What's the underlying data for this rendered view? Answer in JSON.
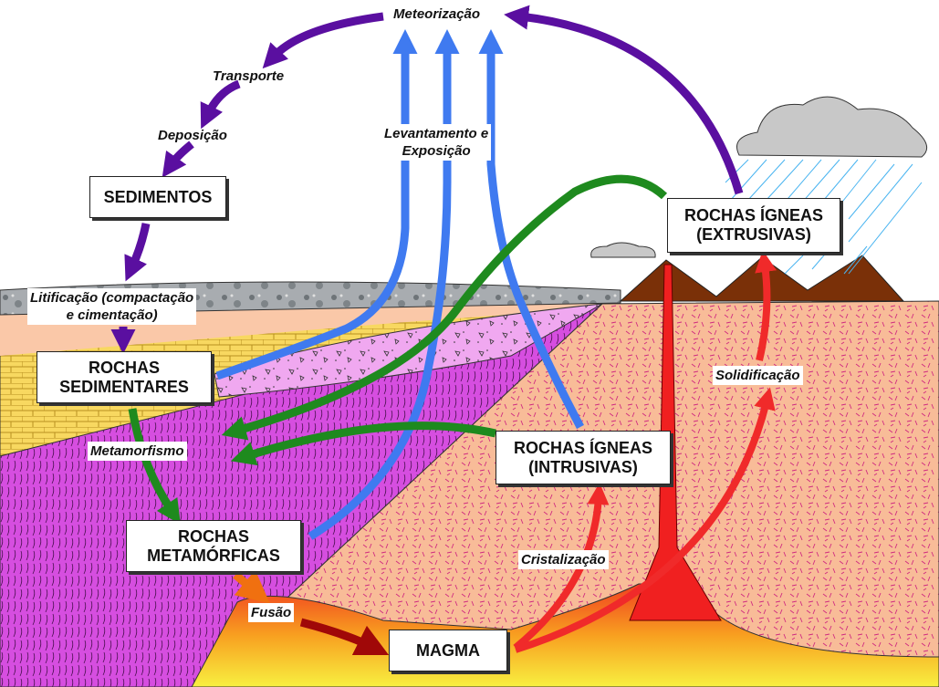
{
  "processes": {
    "weathering": "Meteorização",
    "transport": "Transporte",
    "deposition": "Deposição",
    "lithification": "Litificação (compactação\ne cimentação)",
    "metamorphism": "Metamorfismo",
    "melting": "Fusão",
    "crystallization": "Cristalização",
    "solidification": "Solidificação",
    "uplift": "Levantamento e\nExposição"
  },
  "boxes": {
    "sediments": "SEDIMENTOS",
    "sedimentary": "ROCHAS\nSEDIMENTARES",
    "metamorphic": "ROCHAS\nMETAMÓRFICAS",
    "magma": "MAGMA",
    "intrusive": "ROCHAS ÍGNEAS\n(INTRUSIVAS)",
    "extrusive": "ROCHAS ÍGNEAS\n(EXTRUSIVAS)"
  },
  "colors": {
    "weathering_arrows": "#5a0fa0",
    "uplift_arrows": "#3f7af0",
    "metamorphism_arrows": "#1e8a1e",
    "igneous_arrows": "#f02a2a",
    "metamorphic_rock": "#d64ee0",
    "igneous_rock": "#f8bc98",
    "sedimentary_rock": "#f8d860"
  }
}
